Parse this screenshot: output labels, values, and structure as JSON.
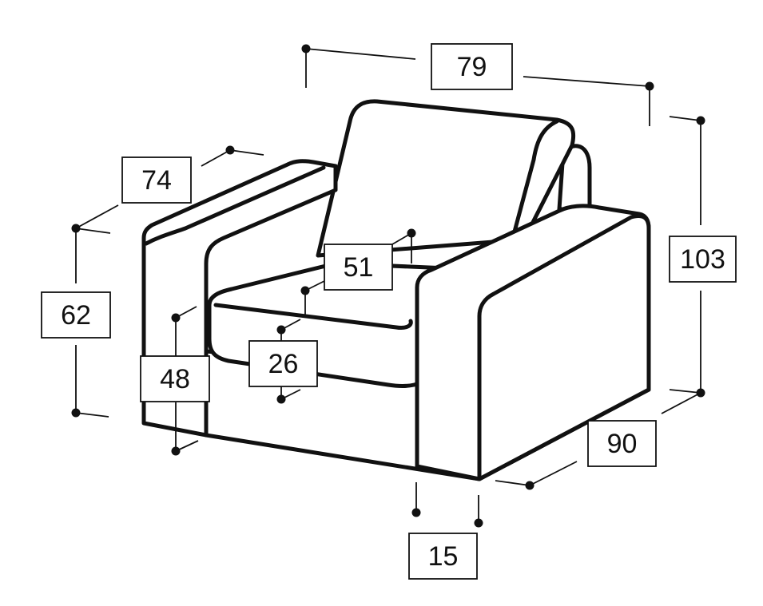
{
  "dimensions": {
    "width": "79",
    "height": "103",
    "arm_width": "74",
    "arm_height": "62",
    "seat_depth": "51",
    "seat_height": "48",
    "cushion_thickness": "26",
    "depth": "90",
    "arm_thickness": "15"
  }
}
